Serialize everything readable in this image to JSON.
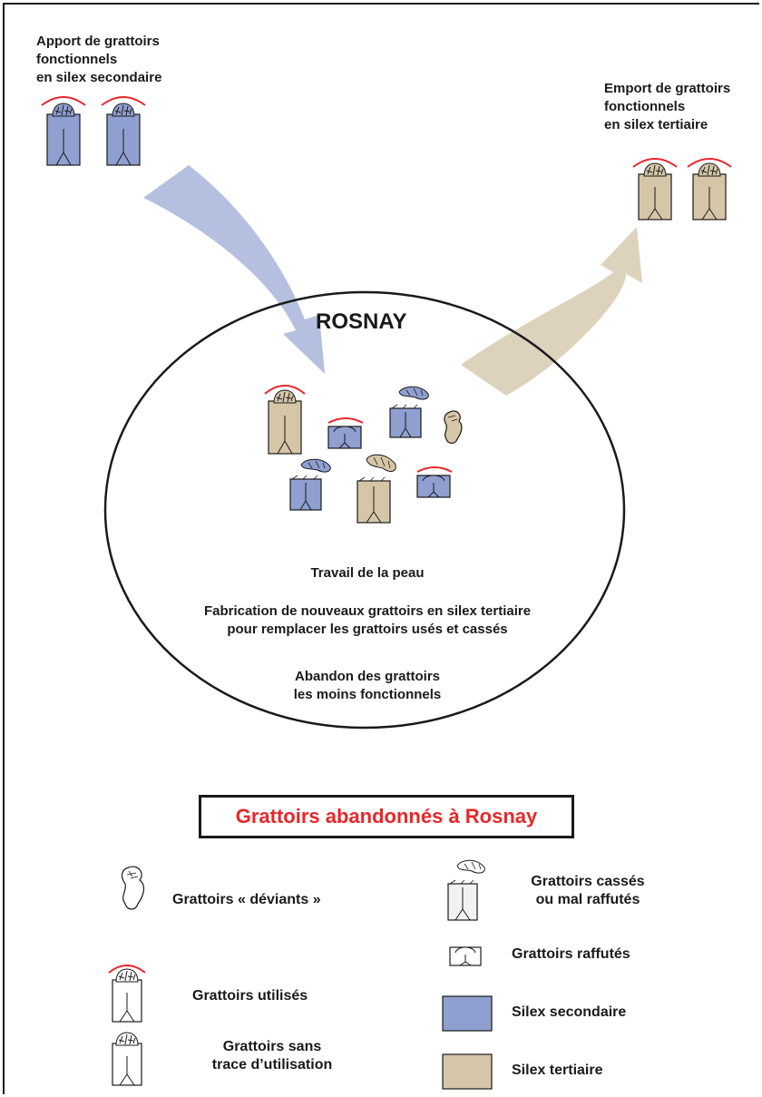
{
  "colors": {
    "secondary_flint": "#8f9fd0",
    "tertiary_flint": "#d5c6a7",
    "arrow_import": "#b5c0e0",
    "arrow_export": "#ddd3bd",
    "use_arc": "#e8262a",
    "outline": "#1a1a1a"
  },
  "import_label": [
    "Apport de grattoirs",
    "fonctionnels",
    "en silex secondaire"
  ],
  "export_label": [
    "Emport de grattoirs",
    "fonctionnels",
    "en silex tertiaire"
  ],
  "site": {
    "name": "ROSNAY",
    "activities": [
      "Travail de la peau",
      "Fabrication de nouveaux grattoirs en silex tertiaire",
      "pour remplacer les grattoirs usés et cassés",
      "Abandon des grattoirs",
      "les moins fonctionnels"
    ]
  },
  "legend": {
    "title": "Grattoirs abandonnés à Rosnay",
    "items": {
      "deviant": "Grattoirs « déviants »",
      "used": "Grattoirs utilisés",
      "unused_1": "Grattoirs sans",
      "unused_2": "trace d’utilisation",
      "broken_1": "Grattoirs cassés",
      "broken_2": "ou mal raffutés",
      "resharpened": "Grattoirs raffutés",
      "secondary": "Silex secondaire",
      "tertiary": "Silex tertiaire"
    }
  }
}
